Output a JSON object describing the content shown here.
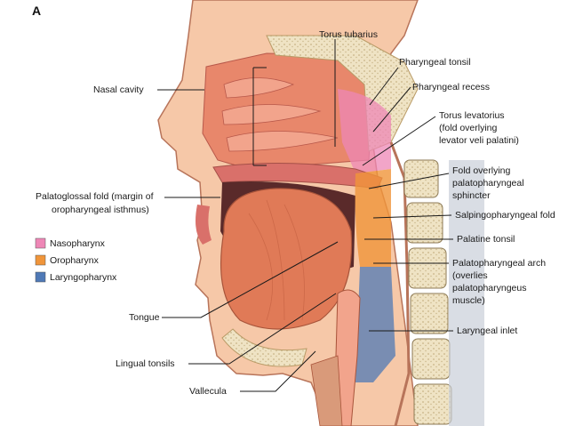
{
  "panel_letter": "A",
  "legend": [
    {
      "label": "Nasopharynx",
      "color": "#ee87b6"
    },
    {
      "label": "Oropharynx",
      "color": "#f0953a"
    },
    {
      "label": "Laryngopharynx",
      "color": "#4f79b6"
    }
  ],
  "labels": {
    "torus_tubarius": "Torus tubarius",
    "pharyngeal_tonsil": "Pharyngeal tonsil",
    "nasal_cavity": "Nasal cavity",
    "pharyngeal_recess": "Pharyngeal recess",
    "torus_levatorius": [
      "Torus levatorius",
      "(fold overlying",
      "levator veli palatini)"
    ],
    "fold_overlying": [
      "Fold overlying",
      "palatopharyngeal",
      "sphincter"
    ],
    "palatoglossal_fold": [
      "Palatoglossal fold (margin of",
      "oropharyngeal isthmus)"
    ],
    "salpingopharyngeal_fold": "Salpingopharyngeal fold",
    "palatine_tonsil": "Palatine tonsil",
    "palatopharyngeal_arch": [
      "Palatopharyngeal arch",
      "(overlies",
      "palatopharyngeus",
      "muscle)"
    ],
    "tongue": "Tongue",
    "laryngeal_inlet": "Laryngeal inlet",
    "lingual_tonsils": "Lingual tonsils",
    "vallecula": "Vallecula"
  },
  "colors": {
    "skin": "#f6c8a8",
    "muscle": "#e8876b",
    "mucosa": "#f2a48c",
    "bone": "#efe3c4"
  }
}
